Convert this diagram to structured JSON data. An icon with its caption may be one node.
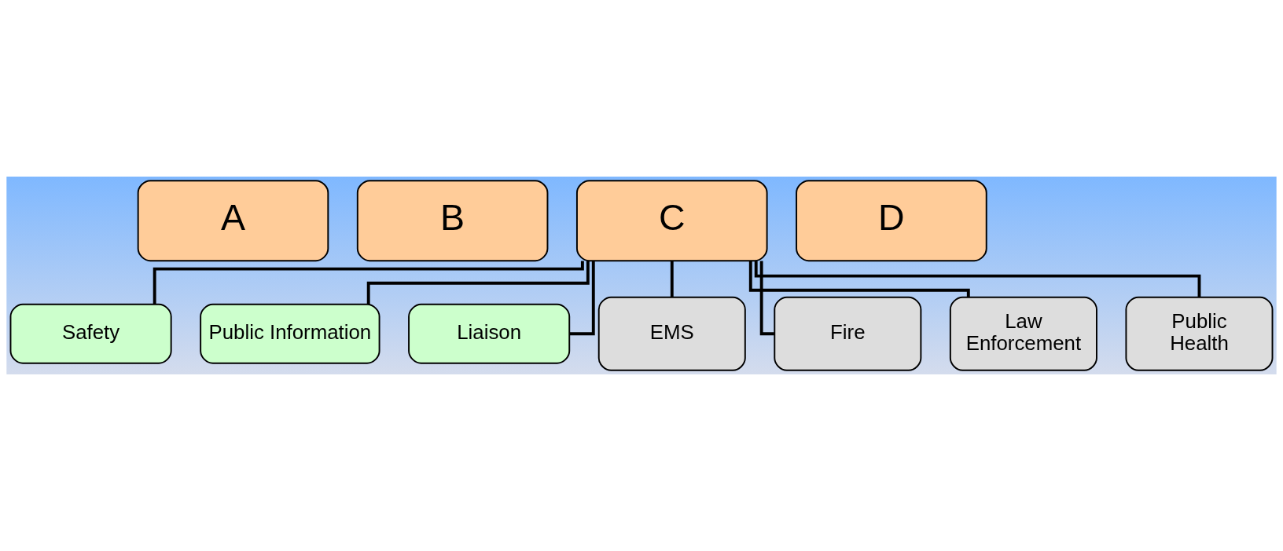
{
  "diagram": {
    "nodes": [
      {
        "text": [
          "A"
        ]
      },
      {
        "text": [
          "B"
        ]
      },
      {
        "text": [
          "C"
        ]
      },
      {
        "text": [
          "D"
        ]
      },
      {
        "text": [
          "Safety"
        ]
      },
      {
        "text": [
          "Public Information"
        ]
      },
      {
        "text": [
          "Liaison"
        ]
      },
      {
        "text": [
          "EMS"
        ]
      },
      {
        "text": [
          "Fire"
        ]
      },
      {
        "text": [
          "Law Enforcement"
        ]
      },
      {
        "text": [
          "Public Health"
        ]
      }
    ],
    "edges": [
      {
        "from": 2,
        "to": 4,
        "arrow": "none"
      },
      {
        "from": 2,
        "to": 5,
        "arrow": "none"
      },
      {
        "from": 2,
        "to": 6,
        "arrow": "none"
      },
      {
        "from": 2,
        "to": 7,
        "arrow": "none"
      },
      {
        "from": 2,
        "to": 8,
        "arrow": "none"
      },
      {
        "from": 2,
        "to": 9,
        "arrow": "none"
      },
      {
        "from": 2,
        "to": 10,
        "arrow": "none"
      }
    ]
  }
}
